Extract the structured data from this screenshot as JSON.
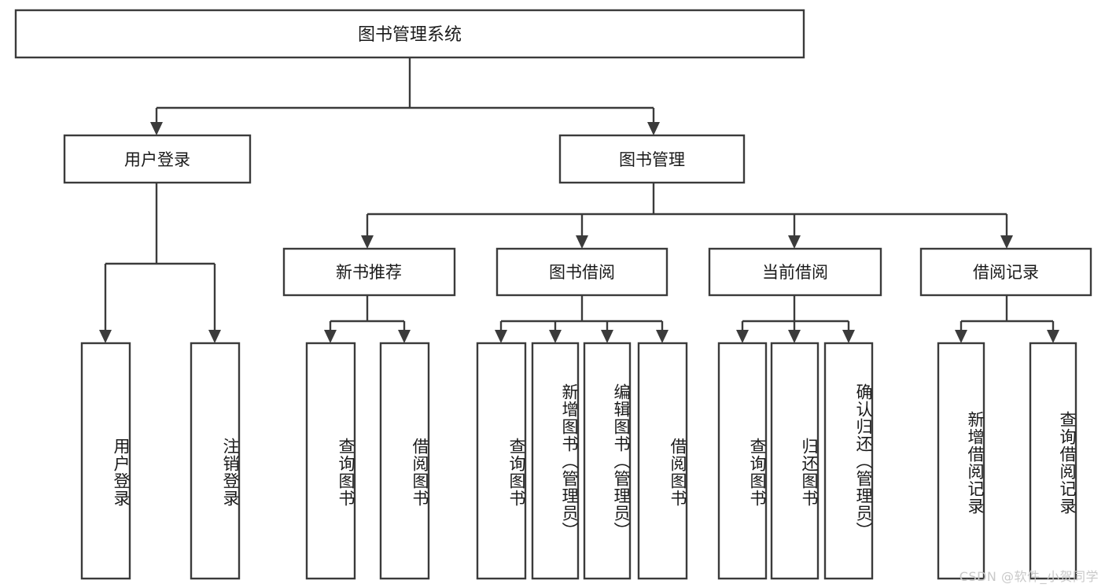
{
  "diagram": {
    "title": "图书管理系统",
    "type": "tree",
    "orientation": "top-down",
    "style": {
      "box_fill": "#ffffff",
      "box_stroke": "#3b3b3b",
      "line_color": "#3b3b3b",
      "text_color": "#1a1a1a",
      "background": "#ffffff",
      "watermark_color": "#c9c9c9"
    },
    "root": {
      "label": "图书管理系统"
    },
    "level2": [
      {
        "label": "用户登录"
      },
      {
        "label": "图书管理"
      }
    ],
    "level3": [
      {
        "label": "新书推荐"
      },
      {
        "label": "图书借阅"
      },
      {
        "label": "当前借阅"
      },
      {
        "label": "借阅记录"
      }
    ],
    "leaves": {
      "user_login": [
        {
          "label": "用户登录"
        },
        {
          "label": "注销登录"
        }
      ],
      "new_book_recommend": [
        {
          "label": "查询图书"
        },
        {
          "label": "借阅图书"
        }
      ],
      "book_borrow": [
        {
          "label": "查询图书"
        },
        {
          "label": "新增图书（管理员）"
        },
        {
          "label": "编辑图书（管理员）"
        },
        {
          "label": "借阅图书"
        }
      ],
      "current_borrow": [
        {
          "label": "查询图书"
        },
        {
          "label": "归还图书"
        },
        {
          "label": "确认归还（管理员）"
        }
      ],
      "borrow_record": [
        {
          "label": "新增借阅记录"
        },
        {
          "label": "查询借阅记录"
        }
      ]
    },
    "watermark": "CSDN @软件_小贺同学"
  }
}
